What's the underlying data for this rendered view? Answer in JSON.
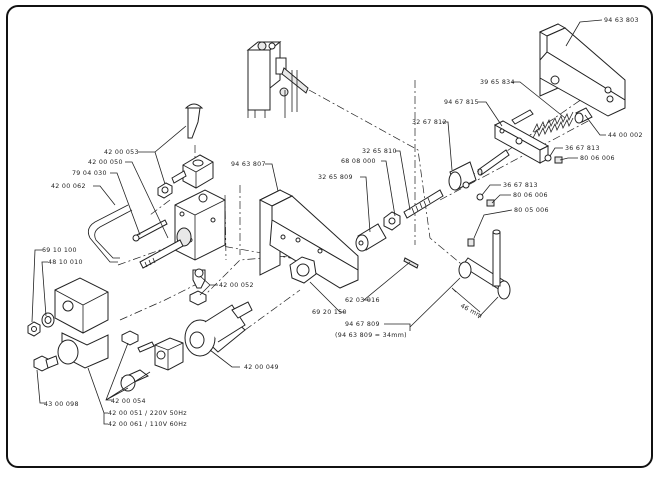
{
  "diagram": {
    "type": "exploded parts view",
    "labels": {
      "p94_63_803": "94 63 803",
      "p39_65_834": "39 65 834",
      "p94_67_815": "94 67 815",
      "p32_67_812": "32 67 812",
      "p44_00_002": "44 00 002",
      "p36_67_813_a": "36 67 813",
      "p80_06_006_a": "80 06 006",
      "p36_67_813_b": "36 67 813",
      "p80_06_006_b": "80 06 006",
      "p80_05_006": "80 05 006",
      "p32_65_810": "32 65 810",
      "p68_08_000": "68 08 000",
      "p32_65_809": "32 65 809",
      "p94_63_807": "94 63 807",
      "p42_00_053": "42 00 053",
      "p42_00_050": "42 00 050",
      "p79_04_030": "79 04 030",
      "p42_00_062": "42 00 062",
      "p69_10_100": "69 10 100",
      "p48_10_010": "48 10 010",
      "p42_00_052": "42 00 052",
      "p62_03_016": "62 03 016",
      "p69_20_150": "69 20 150",
      "p94_67_809": "94 67 809",
      "p94_63_809_note": "(94 63 809 = 34mm)",
      "p42_00_049": "42 00 049",
      "p42_00_054": "42 00 054",
      "p43_00_098": "43 00 098",
      "p42_00_051": "42 00 051 / 220V 50Hz",
      "p42_00_061": "42 00 061 / 110V 60Hz",
      "dim_46mm": "46 mm"
    }
  }
}
